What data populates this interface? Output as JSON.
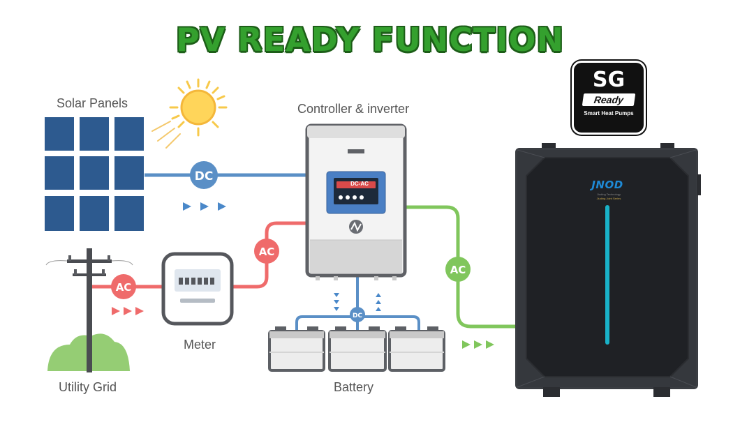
{
  "title": "PV READY FUNCTION",
  "labels": {
    "solar_panels": "Solar Panels",
    "controller": "Controller & inverter",
    "meter": "Meter",
    "utility_grid": "Utility Grid",
    "battery": "Battery"
  },
  "connections": {
    "dc": "DC",
    "ac": "AC",
    "inverter_display": "DC-AC",
    "battery_bus": "DC"
  },
  "badge": {
    "sg": "SG",
    "ready": "Ready",
    "sub": "Smart Heat Pumps"
  },
  "device": {
    "brand": "JNOD",
    "brand_sub": "Jiuding Technology",
    "brand_sub2": "Jiuding Joint Series"
  },
  "colors": {
    "title": "#34a02e",
    "dc_line": "#5a8fc6",
    "ac_line": "#ef6b6b",
    "ac_green": "#80c65c",
    "panel": "#2d5a8f",
    "device_body": "#35383d",
    "led": "#19b2c8",
    "brand": "#1e8ad6"
  }
}
